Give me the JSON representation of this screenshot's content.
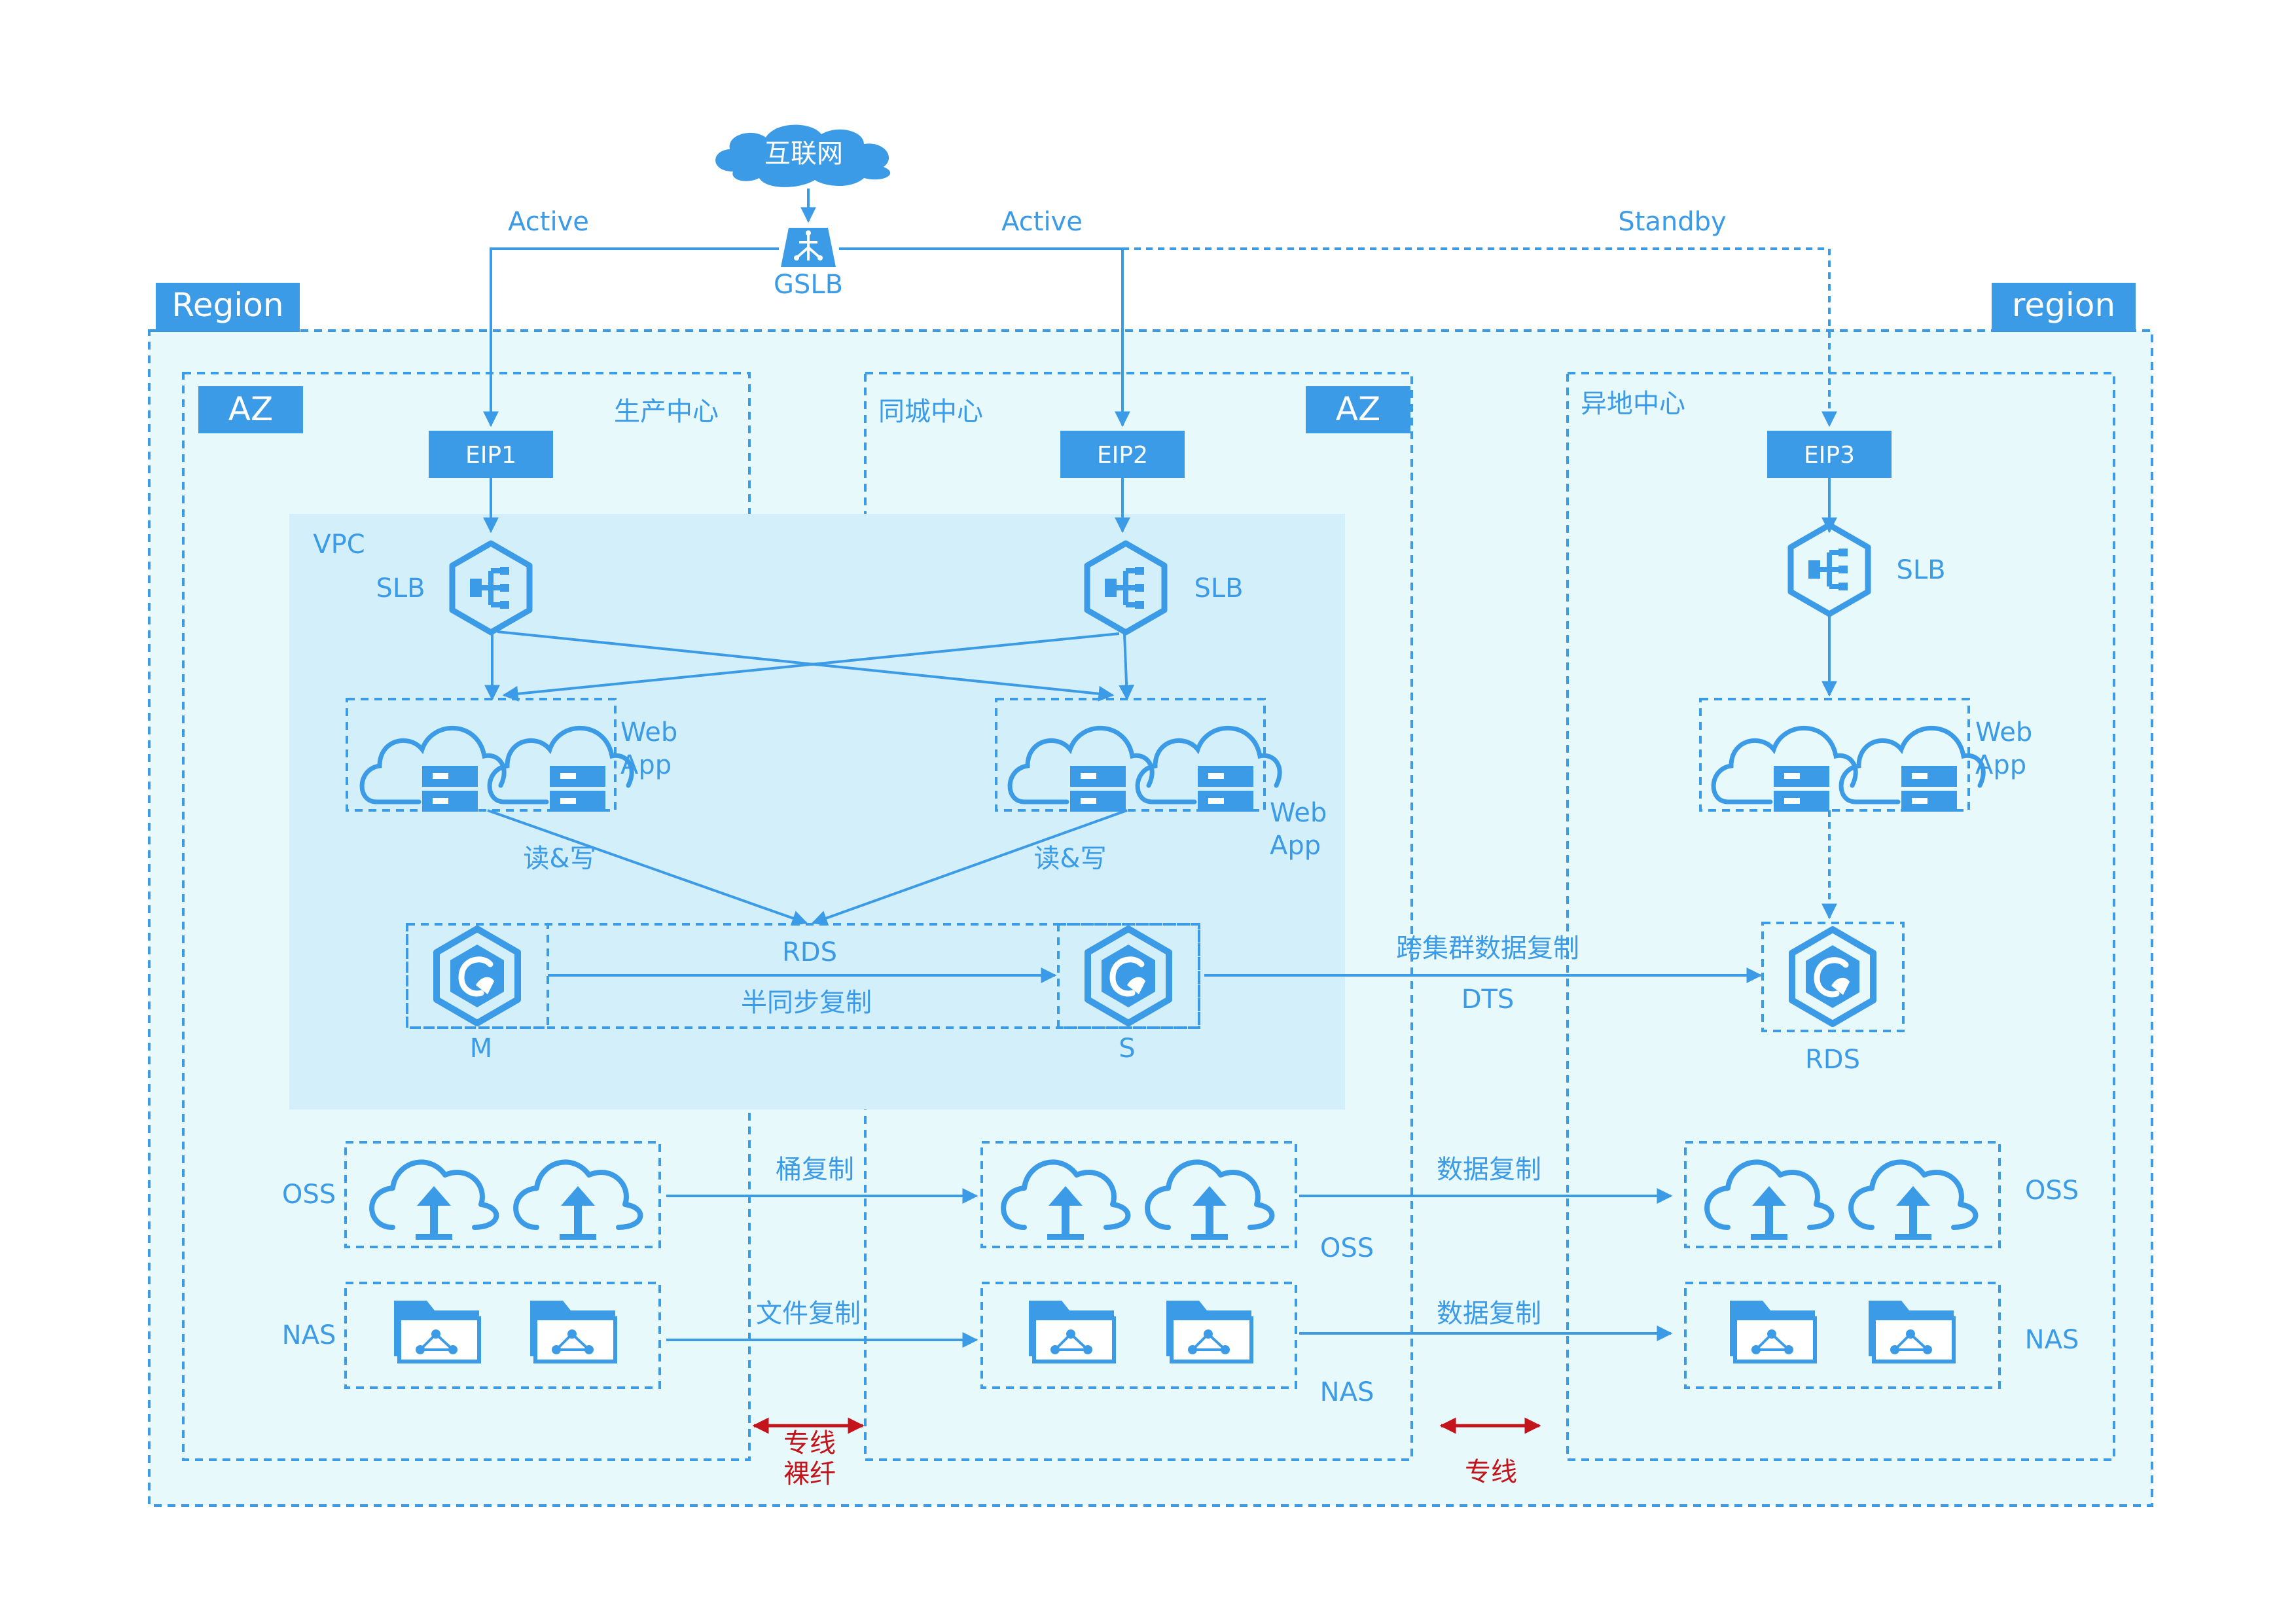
{
  "colors": {
    "accent": "#3b9be6",
    "region_fill": "#e8f9fc",
    "vpc_fill": "#d3effa",
    "link_red": "#c4141b"
  },
  "internet": "互联网",
  "gslb": "GSLB",
  "links": {
    "active_left": "Active",
    "active_mid": "Active",
    "standby": "Standby"
  },
  "region_left": "Region",
  "region_right": "region",
  "az_left": "AZ",
  "az_right": "AZ",
  "prod_center": "生产中心",
  "city_center": "同城中心",
  "remote_center": "异地中心",
  "eip1": "EIP1",
  "eip2": "EIP2",
  "eip3": "EIP3",
  "vpc": "VPC",
  "slb1": "SLB",
  "slb2": "SLB",
  "slb3": "SLB",
  "web1": "Web",
  "app1": "App",
  "web2": "Web",
  "app2": "App",
  "web3": "Web",
  "app3": "App",
  "rw_left": "读&写",
  "rw_right": "读&写",
  "rds_cluster": "RDS",
  "semi_sync": "半同步复制",
  "rds_master": "M",
  "rds_slave": "S",
  "cross_cluster": "跨集群数据复制",
  "dts": "DTS",
  "rds_remote": "RDS",
  "oss_left": "OSS",
  "oss_mid": "OSS",
  "oss_right": "OSS",
  "bucket_copy": "桶复制",
  "data_copy_oss": "数据复制",
  "nas_left": "NAS",
  "nas_mid": "NAS",
  "nas_right": "NAS",
  "file_copy": "文件复制",
  "data_copy_nas": "数据复制",
  "dedicated_fiber_1": "专线",
  "dedicated_fiber_2": "裸纤",
  "dedicated_line": "专线"
}
